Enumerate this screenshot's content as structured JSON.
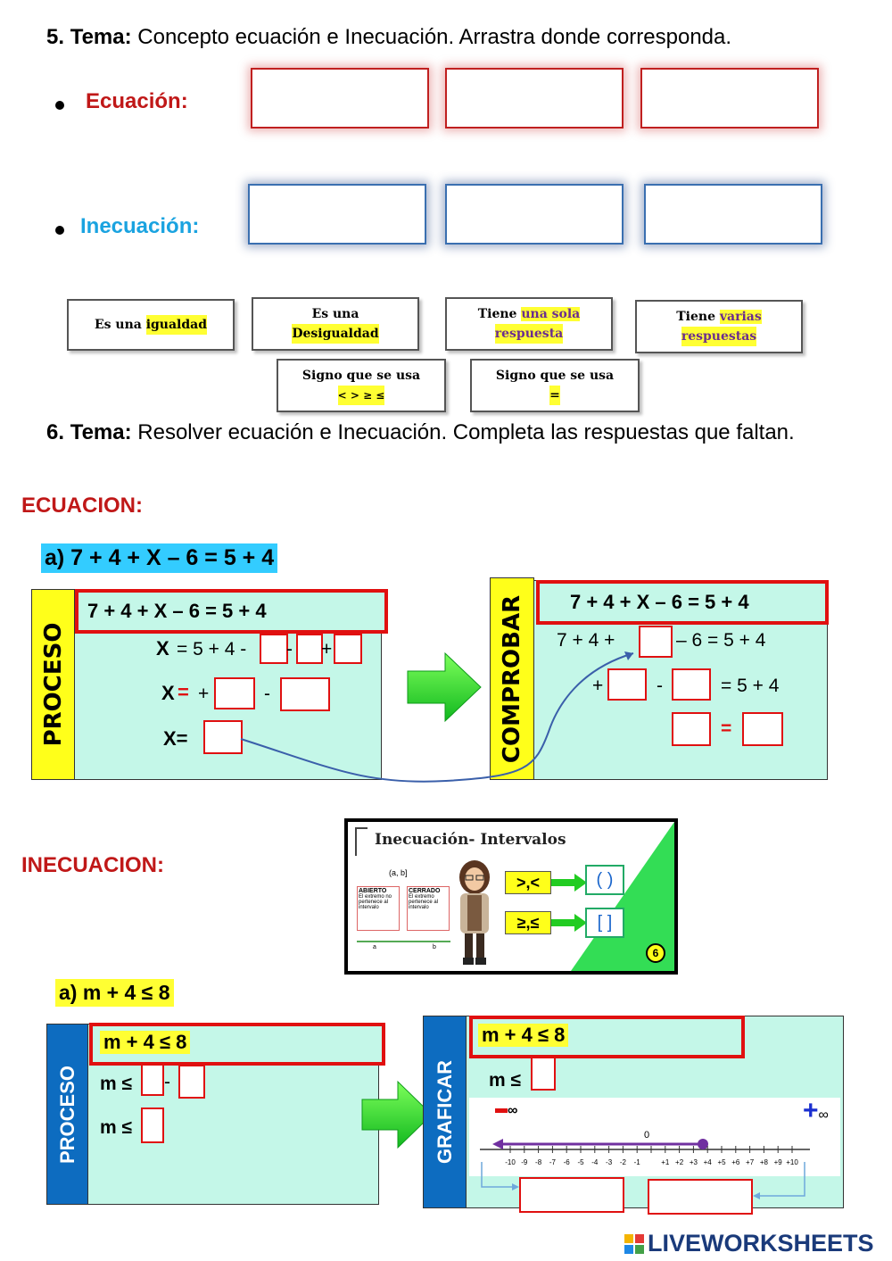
{
  "section5": {
    "number": "5.",
    "tema_label": "Tema:",
    "tema_text": "Concepto ecuación e Inecuación. Arrastra donde corresponda.",
    "ecuacion_label": "Ecuación:",
    "inecuacion_label": "Inecuación:",
    "cards": {
      "c1_prefix": "Es una",
      "c1_hl": "igualdad",
      "c2_line1": "Es una",
      "c2_hl": "Desigualdad",
      "c3_prefix": "Tiene",
      "c3_hl1": "una sola",
      "c3_hl2": "respuesta",
      "c4_prefix": "Tiene",
      "c4_hl1": "varias",
      "c4_hl2": "respuestas",
      "c5_line1": "Signo que se usa",
      "c5_hl": "< > ≥ ≤",
      "c6_line1": "Signo que se usa",
      "c6_hl": "="
    }
  },
  "section6": {
    "number": "6.",
    "tema_label": "Tema:",
    "tema_text": "Resolver ecuación e Inecuación. Completa las respuestas que faltan.",
    "ecuacion_heading": "ECUACION:",
    "inecuacion_heading": "INECUACION:",
    "eq_problem": "a) 7 + 4 + X – 6 = 5 + 4",
    "proceso_label": "PROCESO",
    "comprobar_label": "COMPROBAR",
    "graficar_label": "GRAFICAR",
    "eq_box": "7 + 4  + X  – 6 = 5 + 4",
    "eq_step1_prefix": "X",
    "eq_step1_mid": "= 5  + 4 -",
    "eq_step2_prefix": "X",
    "eq_step3_prefix": "X=",
    "comp_box": "7 + 4  + X  – 6 = 5 + 4",
    "comp_line1_pre": "7 + 4  +",
    "comp_line1_post": "– 6 = 5 + 4",
    "comp_line2_post": "= 5 + 4",
    "ineq_problem": "a) m + 4 ≤ 8",
    "ineq_box": "m + 4 ≤ 8",
    "ineq_step_m": "m ≤",
    "graf_box": "m + 4 ≤ 8",
    "graf_m": "m ≤",
    "minus_inf": "∞",
    "plus_inf": "∞",
    "zero_label": "0",
    "ticks": [
      "-10",
      "-9",
      "-8",
      "-7",
      "-6",
      "-5",
      "-4",
      "-3",
      "-2",
      "-1",
      "+1",
      "+2",
      "+3",
      "+4",
      "+5",
      "+6",
      "+7",
      "+8",
      "+9",
      "+10"
    ]
  },
  "infographic": {
    "title": "Inecuación- Intervalos",
    "interval": "(a, b]",
    "abierto": "ABIERTO",
    "abierto_text": "El extremo no pertenece al intervalo",
    "cerrado": "CERRADO",
    "cerrado_text": "El extremo pertenece al intervalo",
    "label_a": "a",
    "label_b": "b",
    "symbol1": ">,<",
    "bracket1": "( )",
    "symbol2": "≥,≤",
    "bracket2": "[ ]",
    "badge": "6"
  },
  "footer": {
    "brand": "LIVEWORKSHEETS"
  },
  "colors": {
    "red": "#e01010",
    "cyan_panel": "#c4f7e8",
    "yellow": "#ffff1a",
    "blue_bar": "#0d6cc0",
    "inecuacion_blue": "#1aa3e0"
  }
}
